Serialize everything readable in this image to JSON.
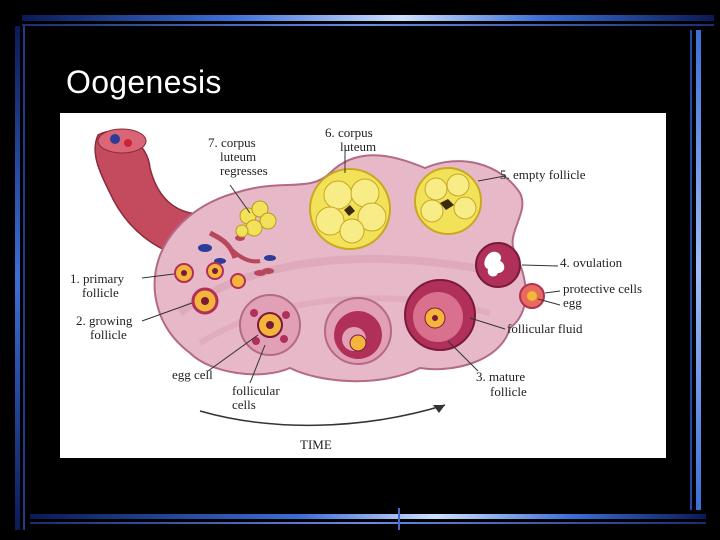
{
  "slide": {
    "title": "Oogenesis"
  },
  "diagram": {
    "labels": {
      "corpus_luteum_regresses": [
        "7. corpus",
        "luteum",
        "regresses"
      ],
      "corpus_luteum": [
        "6. corpus",
        "luteum"
      ],
      "empty_follicle": "5. empty follicle",
      "ovulation": "4. ovulation",
      "protective_cells": "protective cells",
      "egg": "egg",
      "follicular_fluid": "follicular fluid",
      "mature_follicle": [
        "3. mature",
        "follicle"
      ],
      "primary_follicle": [
        "1. primary",
        "follicle"
      ],
      "growing_follicle": [
        "2. growing",
        "follicle"
      ],
      "egg_cell": "egg cell",
      "follicular_cells": [
        "follicular",
        "cells"
      ],
      "time": "TIME"
    },
    "colors": {
      "ovary": "#e7b8c8",
      "ovary_edge": "#b36a86",
      "vessel": "#b8465c",
      "corpus_luteum": "#f2e25a",
      "follicle": "#b0305a",
      "egg": "#f3b53a"
    }
  }
}
